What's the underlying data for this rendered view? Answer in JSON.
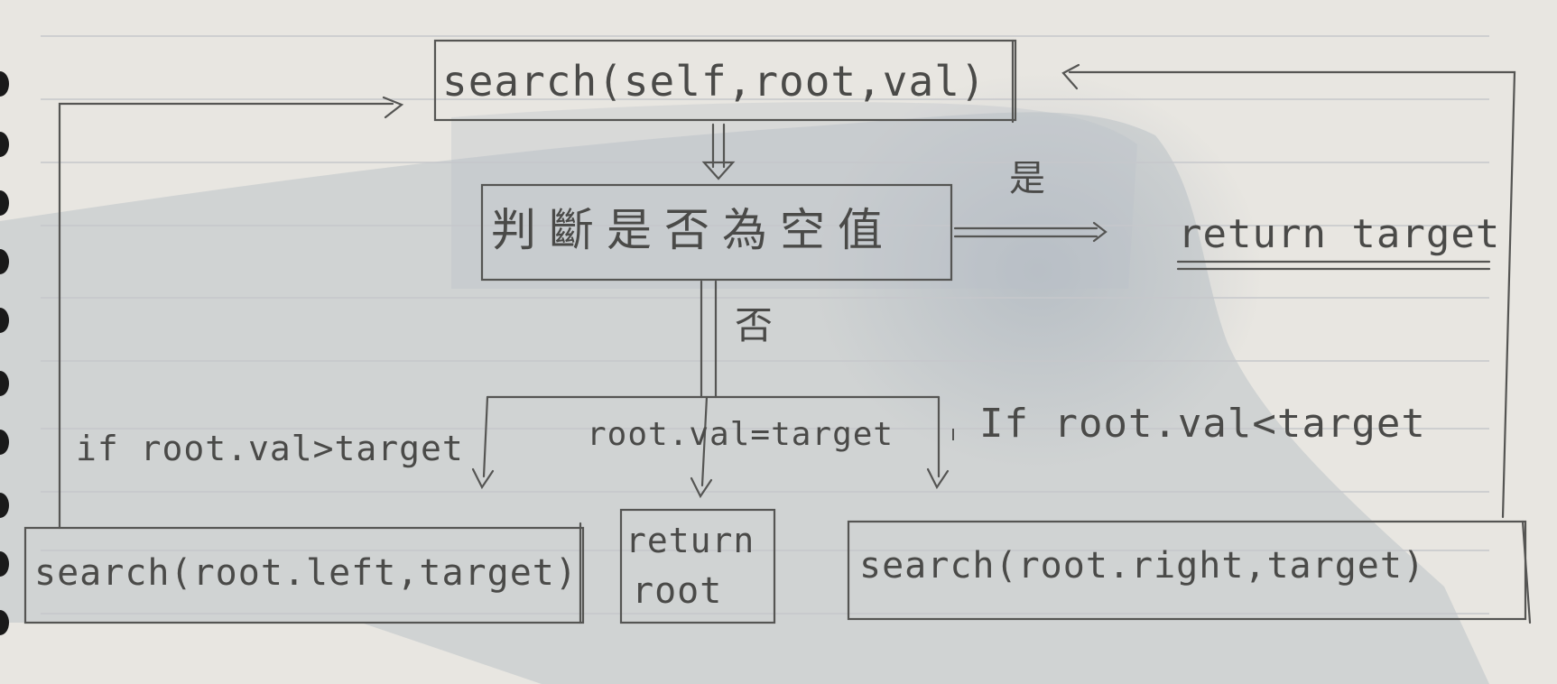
{
  "diagram": {
    "nodes": {
      "search_root": "search(self,root,val)",
      "check_null": "判斷是否為空值",
      "return_target": "return target",
      "search_left": "search(root.left,target)",
      "return_root_line1": "return",
      "return_root_line2": "root",
      "search_right": "search(root.right,target)"
    },
    "edge_labels": {
      "yes": "是",
      "no": "否",
      "cond_left": "if root.val>target",
      "cond_mid": "root.val=target",
      "cond_right": "If root.val<target"
    }
  },
  "colors": {
    "paper": "#e6e4df",
    "pencil": "#4a4a48",
    "rule_line": "#c9c9cc",
    "shadow": "#a9b3bd"
  }
}
